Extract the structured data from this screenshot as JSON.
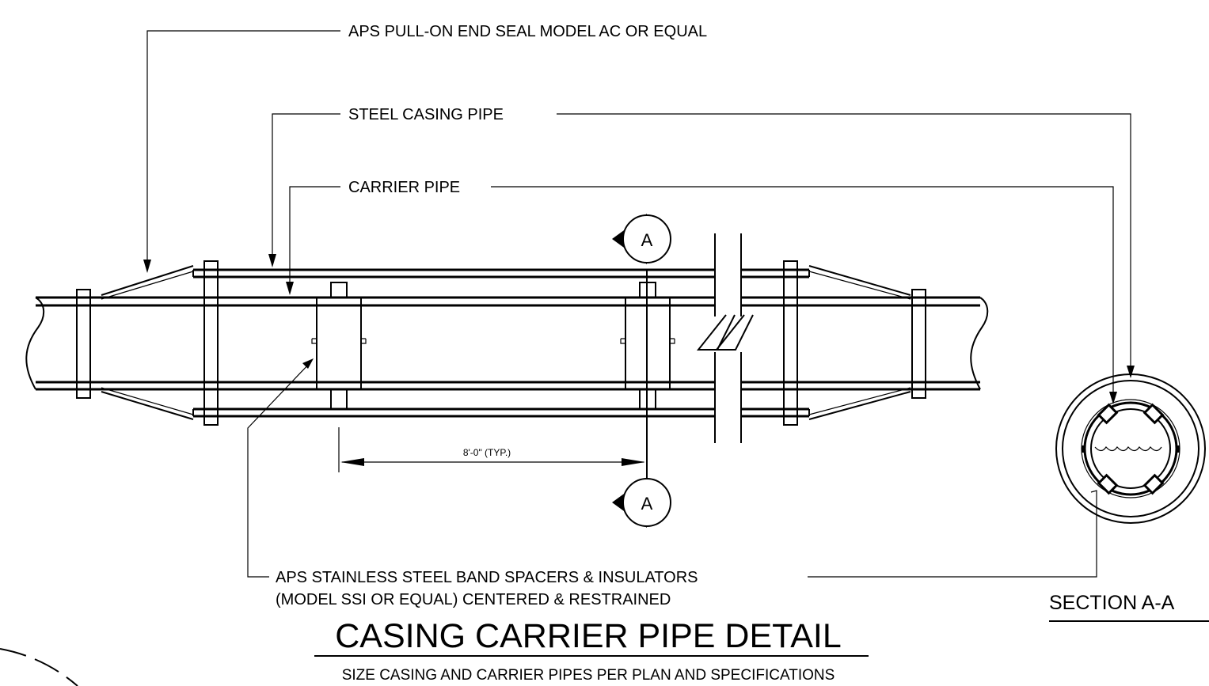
{
  "labels": {
    "end_seal": "APS PULL-ON END SEAL MODEL AC OR EQUAL",
    "casing_pipe": "STEEL CASING PIPE",
    "carrier_pipe": "CARRIER PIPE",
    "spacers_line1": "APS STAINLESS STEEL BAND SPACERS & INSULATORS",
    "spacers_line2": "(MODEL SSI OR EQUAL) CENTERED & RESTRAINED",
    "dimension": "8'-0\" (TYP.)",
    "section_marker_top": "A",
    "section_marker_bottom": "A",
    "section_title": "SECTION A-A",
    "detail_title": "CASING CARRIER PIPE DETAIL",
    "detail_note": "SIZE CASING AND CARRIER PIPES PER PLAN AND SPECIFICATIONS"
  }
}
